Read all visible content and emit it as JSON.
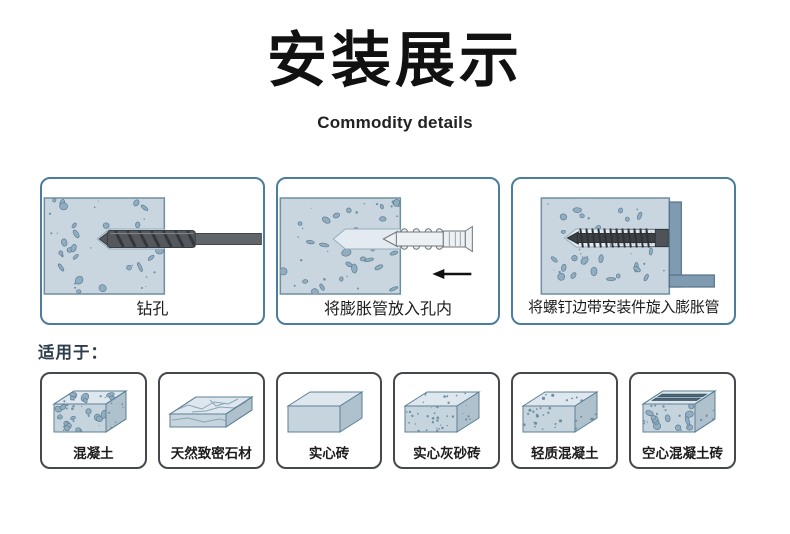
{
  "colors": {
    "title_text": "#111111",
    "subtitle_text": "#222222",
    "panel_border": "#4a7d9e",
    "tile_border": "#45484d",
    "caption_text": "#1c1c1c",
    "applicable_text": "#2c3e4c",
    "concrete_fill": "#c9d6df",
    "pebble_fill": "#92adbf",
    "pebble_stroke": "#5d7f96",
    "hole_fill": "#e3ebf1",
    "bracket_fill": "#7e9bb1"
  },
  "header": {
    "title": "安装展示",
    "subtitle": "Commodity details"
  },
  "steps": [
    {
      "caption": "钻孔"
    },
    {
      "caption": "将膨胀管放入孔内"
    },
    {
      "caption": "将螺钉边带安装件旋入膨胀管"
    }
  ],
  "applicable": {
    "label": "适用于：",
    "materials": [
      {
        "label": "混凝土"
      },
      {
        "label": "天然致密石材"
      },
      {
        "label": "实心砖"
      },
      {
        "label": "实心灰砂砖"
      },
      {
        "label": "轻质混凝土"
      },
      {
        "label": "空心混凝土砖"
      }
    ]
  }
}
